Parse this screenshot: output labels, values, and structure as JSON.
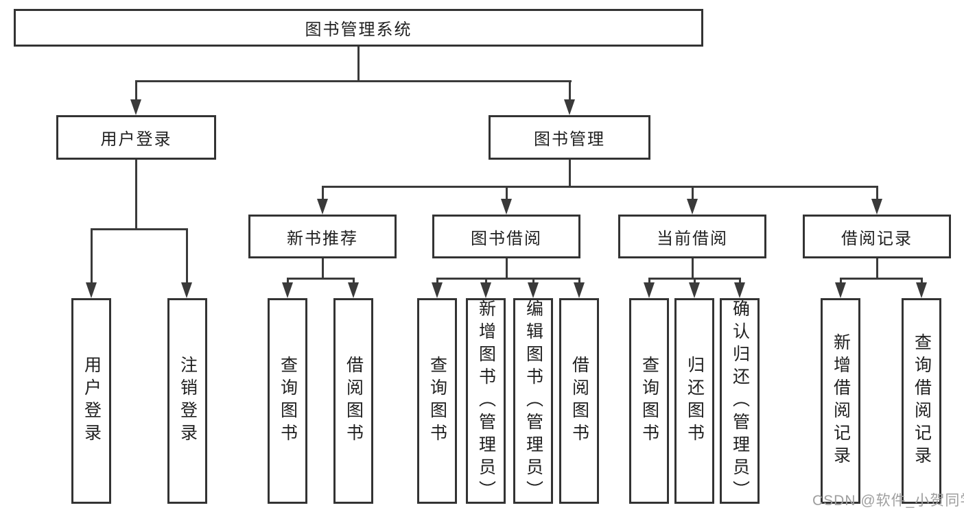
{
  "diagram": {
    "root": {
      "label": "图书管理系统"
    },
    "level1": [
      {
        "label": "用户登录"
      },
      {
        "label": "图书管理"
      }
    ],
    "level2": [
      {
        "label": "新书推荐"
      },
      {
        "label": "图书借阅"
      },
      {
        "label": "当前借阅"
      },
      {
        "label": "借阅记录"
      }
    ],
    "leaves": {
      "user_login": [
        {
          "label": "用户登录"
        },
        {
          "label": "注销登录"
        }
      ],
      "new_book_recommend": [
        {
          "label": "查询图书"
        },
        {
          "label": "借阅图书"
        }
      ],
      "book_borrow": [
        {
          "label": "查询图书"
        },
        {
          "label": "新增图书（管理员）"
        },
        {
          "label": "编辑图书（管理员）"
        },
        {
          "label": "借阅图书"
        }
      ],
      "current_borrow": [
        {
          "label": "查询图书"
        },
        {
          "label": "归还图书"
        },
        {
          "label": "确认归还（管理员）"
        }
      ],
      "borrow_records": [
        {
          "label": "新增借阅记录"
        },
        {
          "label": "查询借阅记录"
        }
      ]
    }
  },
  "watermark": "CSDN @软件_小贺同学",
  "colors": {
    "line": "#3a3a3a",
    "border": "#333333",
    "text": "#1f1f1f",
    "watermark": "#9e9e9e"
  }
}
